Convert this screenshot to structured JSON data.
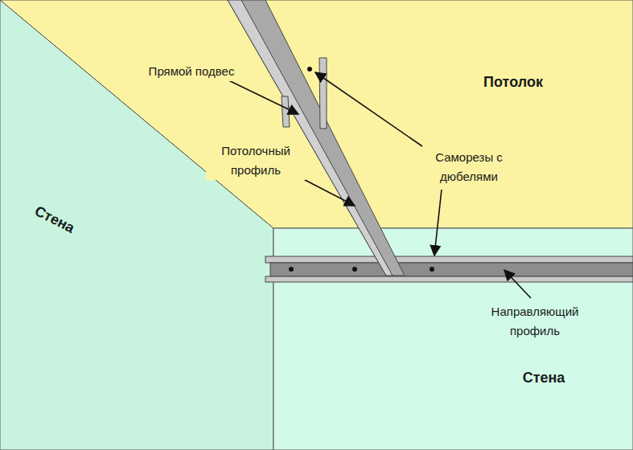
{
  "diagram": {
    "labels": [
      "Прямой подвес",
      "Потолок",
      "Потолочный профиль",
      "Саморезы с дюбелями",
      "Стена",
      "Направляющий профиль",
      "Стена"
    ]
  }
}
